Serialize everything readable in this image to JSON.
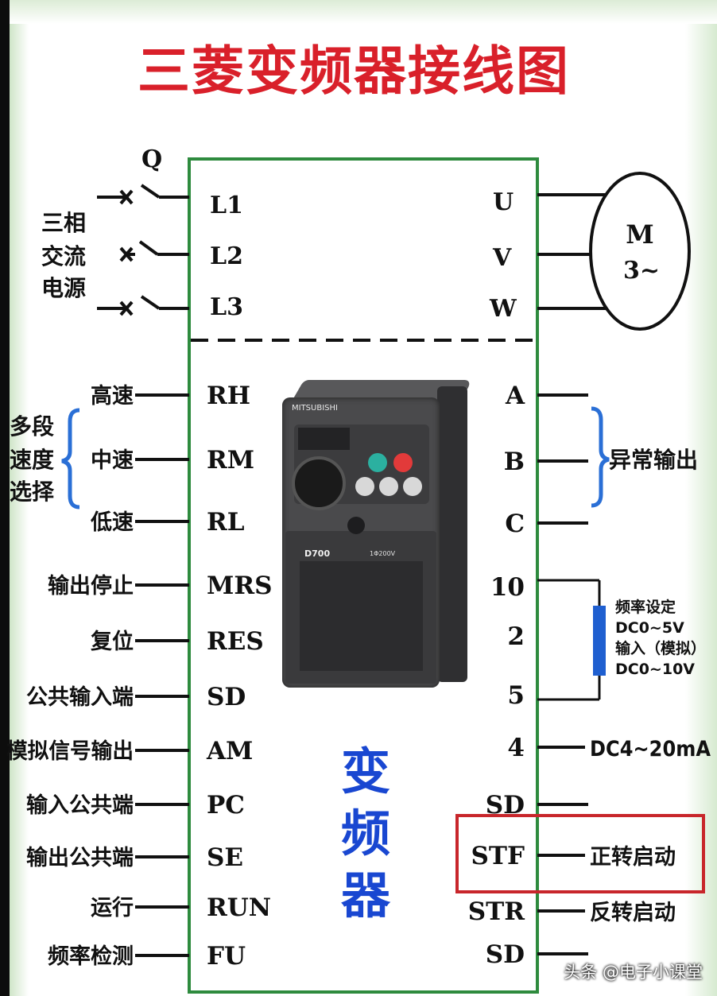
{
  "title": "三菱变频器接线图",
  "switch_label": "Q",
  "power_source": [
    "三相",
    "交流",
    "电源"
  ],
  "inputs_power": [
    "L1",
    "L2",
    "L3"
  ],
  "outputs_motor": [
    "U",
    "V",
    "W"
  ],
  "motor": {
    "line1": "M",
    "line2": "3~"
  },
  "multi_speed_group": [
    "多段",
    "速度",
    "选择"
  ],
  "left_terminals": [
    {
      "terminal": "RH",
      "desc": "高速"
    },
    {
      "terminal": "RM",
      "desc": "中速"
    },
    {
      "terminal": "RL",
      "desc": "低速"
    },
    {
      "terminal": "MRS",
      "desc": "输出停止"
    },
    {
      "terminal": "RES",
      "desc": "复位"
    },
    {
      "terminal": "SD",
      "desc": "公共输入端"
    },
    {
      "terminal": "AM",
      "desc": "模拟信号输出"
    },
    {
      "terminal": "PC",
      "desc": "输入公共端"
    },
    {
      "terminal": "SE",
      "desc": "输出公共端"
    },
    {
      "terminal": "RUN",
      "desc": "运行"
    },
    {
      "terminal": "FU",
      "desc": "频率检测"
    }
  ],
  "right_terminals": [
    {
      "terminal": "A",
      "desc": ""
    },
    {
      "terminal": "B",
      "desc": ""
    },
    {
      "terminal": "C",
      "desc": ""
    },
    {
      "terminal": "10",
      "desc": ""
    },
    {
      "terminal": "2",
      "desc": ""
    },
    {
      "terminal": "5",
      "desc": ""
    },
    {
      "terminal": "4",
      "desc": "DC4~20mA"
    },
    {
      "terminal": "SD",
      "desc": ""
    },
    {
      "terminal": "STF",
      "desc": "正转启动"
    },
    {
      "terminal": "STR",
      "desc": "反转启动"
    },
    {
      "terminal": "SD",
      "desc": ""
    }
  ],
  "fault_output_label": "异常输出",
  "freq_setting": [
    "频率设定",
    "DC0~5V",
    "输入（模拟）",
    "DC0~10V"
  ],
  "center_label": [
    "变",
    "频",
    "器"
  ],
  "inverter_photo": {
    "brand": "MITSUBISHI",
    "model": "D700",
    "rating": "1Φ200V"
  },
  "watermark": "头条 @电子小课堂",
  "colors": {
    "title": "#d9202a",
    "frame": "#2e8b3e",
    "center_label": "#1947d1",
    "brace": "#2a6fd6",
    "highlight_box": "#c8262b",
    "text": "#111111"
  }
}
